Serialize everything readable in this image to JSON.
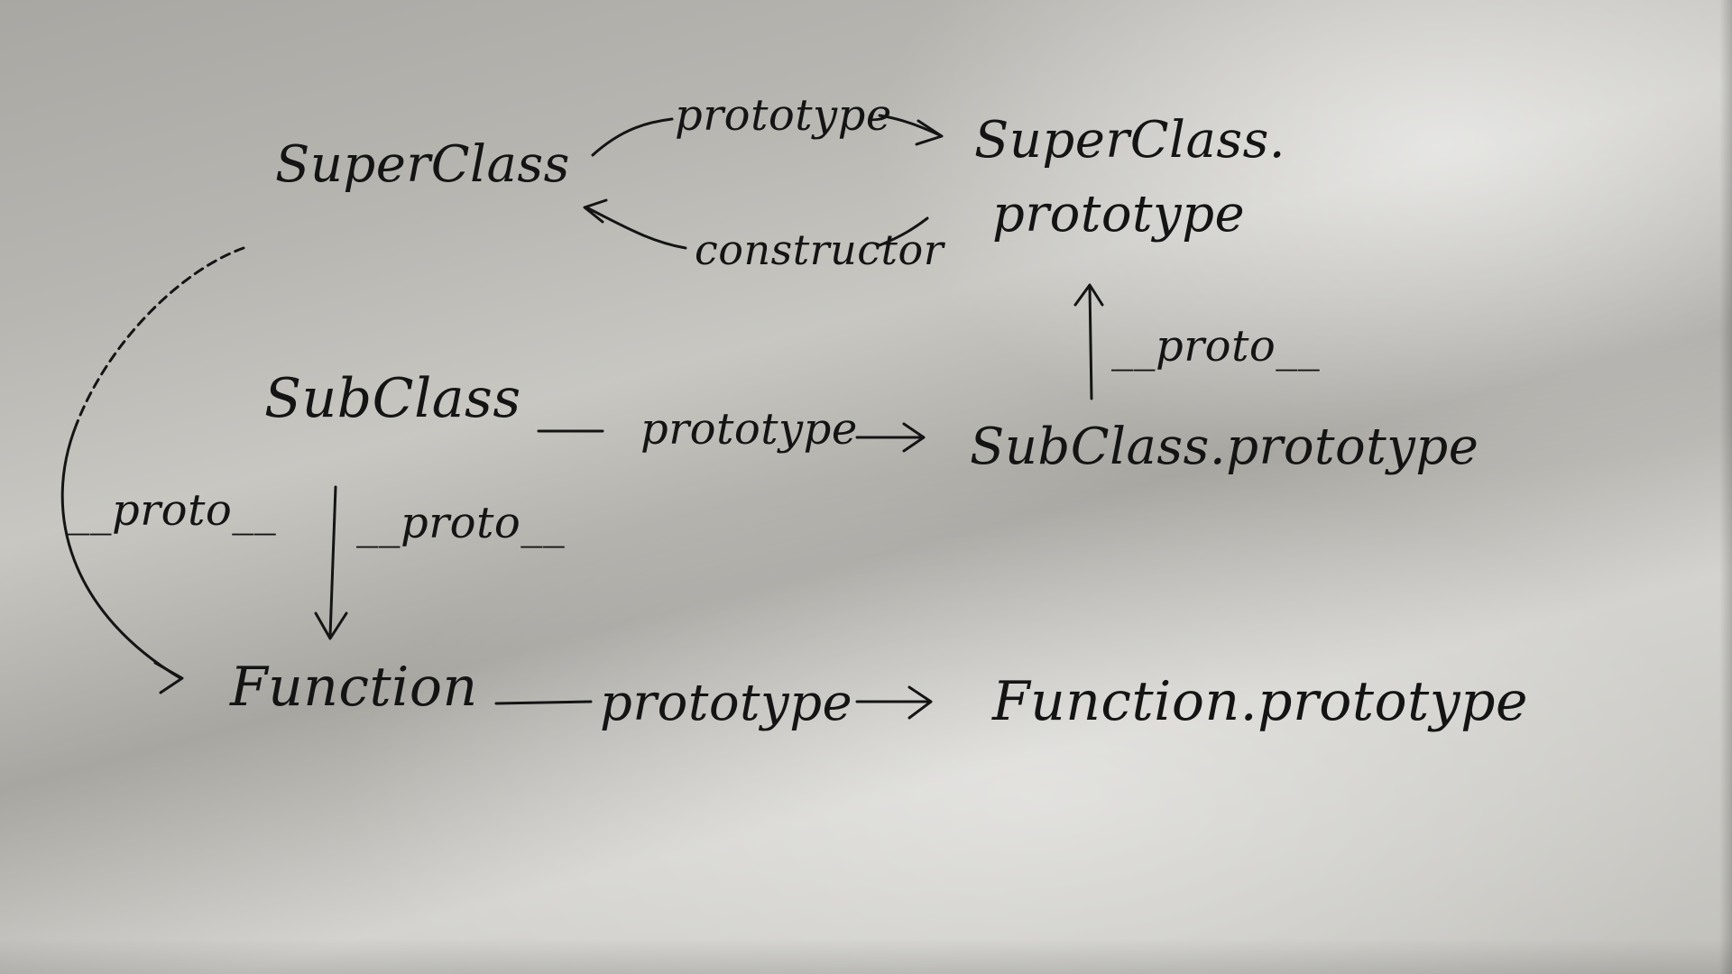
{
  "nodes": {
    "superclass": "SuperClass",
    "superclass_prototype_line1": "SuperClass.",
    "superclass_prototype_line2": "prototype",
    "subclass": "SubClass",
    "subclass_prototype": "SubClass.prototype",
    "function": "Function",
    "function_prototype": "Function.prototype"
  },
  "edges": {
    "superclass_to_proto": "prototype",
    "proto_to_superclass": "constructor",
    "subproto_to_superproto": "__proto__",
    "subclass_to_proto": "prototype",
    "superclass_to_function": "__proto__",
    "subclass_to_function": "__proto__",
    "function_to_proto": "prototype"
  }
}
